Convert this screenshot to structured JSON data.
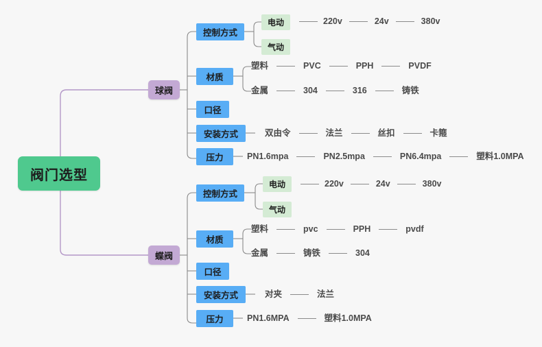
{
  "title": "阀门选型思维导图",
  "colors": {
    "background": "#f7f7f7",
    "root": "#4fc98e",
    "level1": "#c3a9d4",
    "level2": "#58adf5",
    "level3_green": "#d4ebd4",
    "wire_purple": "#b397c7",
    "wire_gray": "#8a8a8a",
    "text_leaf": "#4a4a4a"
  },
  "root": {
    "label": "阀门选型"
  },
  "branches": [
    {
      "label": "球阀",
      "children": [
        {
          "label": "控制方式",
          "boxed_children": [
            {
              "label": "电动",
              "leaves": [
                "220v",
                "24v",
                "380v"
              ]
            },
            {
              "label": "气动",
              "leaves": []
            }
          ]
        },
        {
          "label": "材质",
          "rows": [
            {
              "label": "塑料",
              "leaves": [
                "PVC",
                "PPH",
                "PVDF"
              ]
            },
            {
              "label": "金属",
              "leaves": [
                "304",
                "316",
                "铸铁"
              ]
            }
          ]
        },
        {
          "label": "口径",
          "leaves": []
        },
        {
          "label": "安装方式",
          "leaves": [
            "双由令",
            "法兰",
            "丝扣",
            "卡箍"
          ]
        },
        {
          "label": "压力",
          "leaves": [
            "PN1.6mpa",
            "PN2.5mpa",
            "PN6.4mpa",
            "塑料1.0MPA"
          ]
        }
      ]
    },
    {
      "label": "蝶阀",
      "children": [
        {
          "label": "控制方式",
          "boxed_children": [
            {
              "label": "电动",
              "leaves": [
                "220v",
                "24v",
                "380v"
              ]
            },
            {
              "label": "气动",
              "leaves": []
            }
          ]
        },
        {
          "label": "材质",
          "rows": [
            {
              "label": "塑料",
              "leaves": [
                "pvc",
                "PPH",
                "pvdf"
              ]
            },
            {
              "label": "金属",
              "leaves": [
                "铸铁",
                "304"
              ]
            }
          ]
        },
        {
          "label": "口径",
          "leaves": []
        },
        {
          "label": "安装方式",
          "leaves": [
            "对夹",
            "法兰"
          ]
        },
        {
          "label": "压力",
          "leaves": [
            "PN1.6MPA",
            "塑料1.0MPA"
          ]
        }
      ]
    }
  ]
}
